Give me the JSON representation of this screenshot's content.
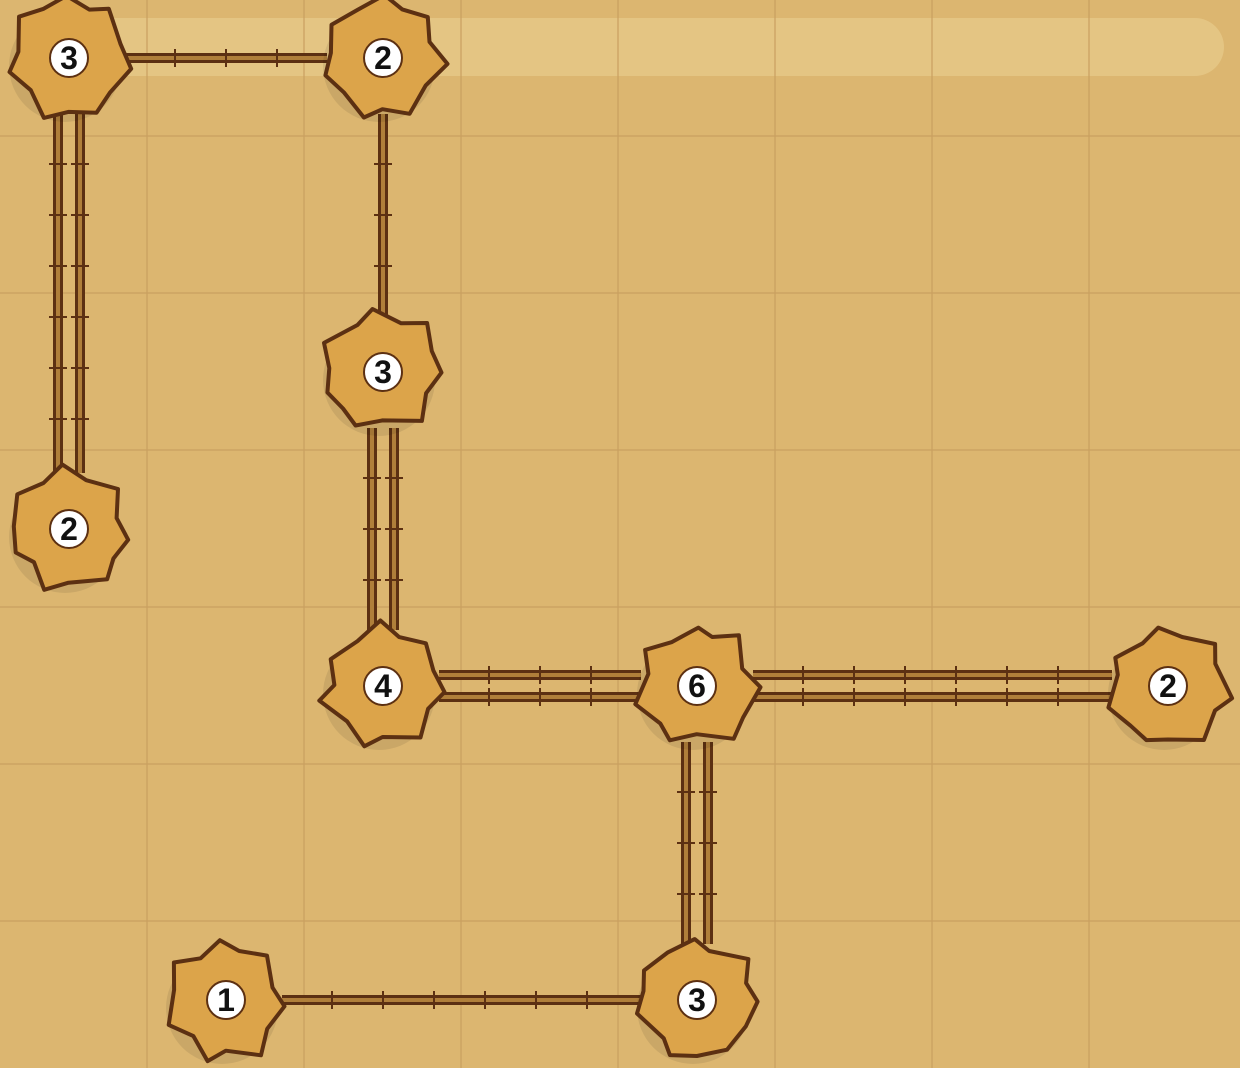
{
  "puzzle": {
    "grid": {
      "cols": 8,
      "rows": 7
    },
    "islands": [
      {
        "id": "a",
        "col": 0,
        "row": 0,
        "value": "3"
      },
      {
        "id": "b",
        "col": 2,
        "row": 0,
        "value": "2"
      },
      {
        "id": "c",
        "col": 2,
        "row": 2,
        "value": "3"
      },
      {
        "id": "d",
        "col": 0,
        "row": 3,
        "value": "2"
      },
      {
        "id": "e",
        "col": 2,
        "row": 4,
        "value": "4"
      },
      {
        "id": "f",
        "col": 4,
        "row": 4,
        "value": "6"
      },
      {
        "id": "g",
        "col": 7,
        "row": 4,
        "value": "2"
      },
      {
        "id": "h",
        "col": 1,
        "row": 6,
        "value": "1"
      },
      {
        "id": "i",
        "col": 4,
        "row": 6,
        "value": "3"
      }
    ],
    "bridges": [
      {
        "from": "a",
        "to": "b",
        "count": 1
      },
      {
        "from": "a",
        "to": "d",
        "count": 2
      },
      {
        "from": "b",
        "to": "c",
        "count": 1
      },
      {
        "from": "c",
        "to": "e",
        "count": 2
      },
      {
        "from": "e",
        "to": "f",
        "count": 2
      },
      {
        "from": "f",
        "to": "g",
        "count": 2
      },
      {
        "from": "f",
        "to": "i",
        "count": 2
      },
      {
        "from": "h",
        "to": "i",
        "count": 1
      }
    ]
  },
  "colors": {
    "background": "#dcb670",
    "grid_line": "#c9a060",
    "top_bar": "#e7c98a",
    "island_fill": "#dca44a",
    "island_outline": "#5c3012",
    "bridge_rail": "#5c3012",
    "bridge_fill": "#b07f3a",
    "badge_fill": "#ffffff"
  }
}
